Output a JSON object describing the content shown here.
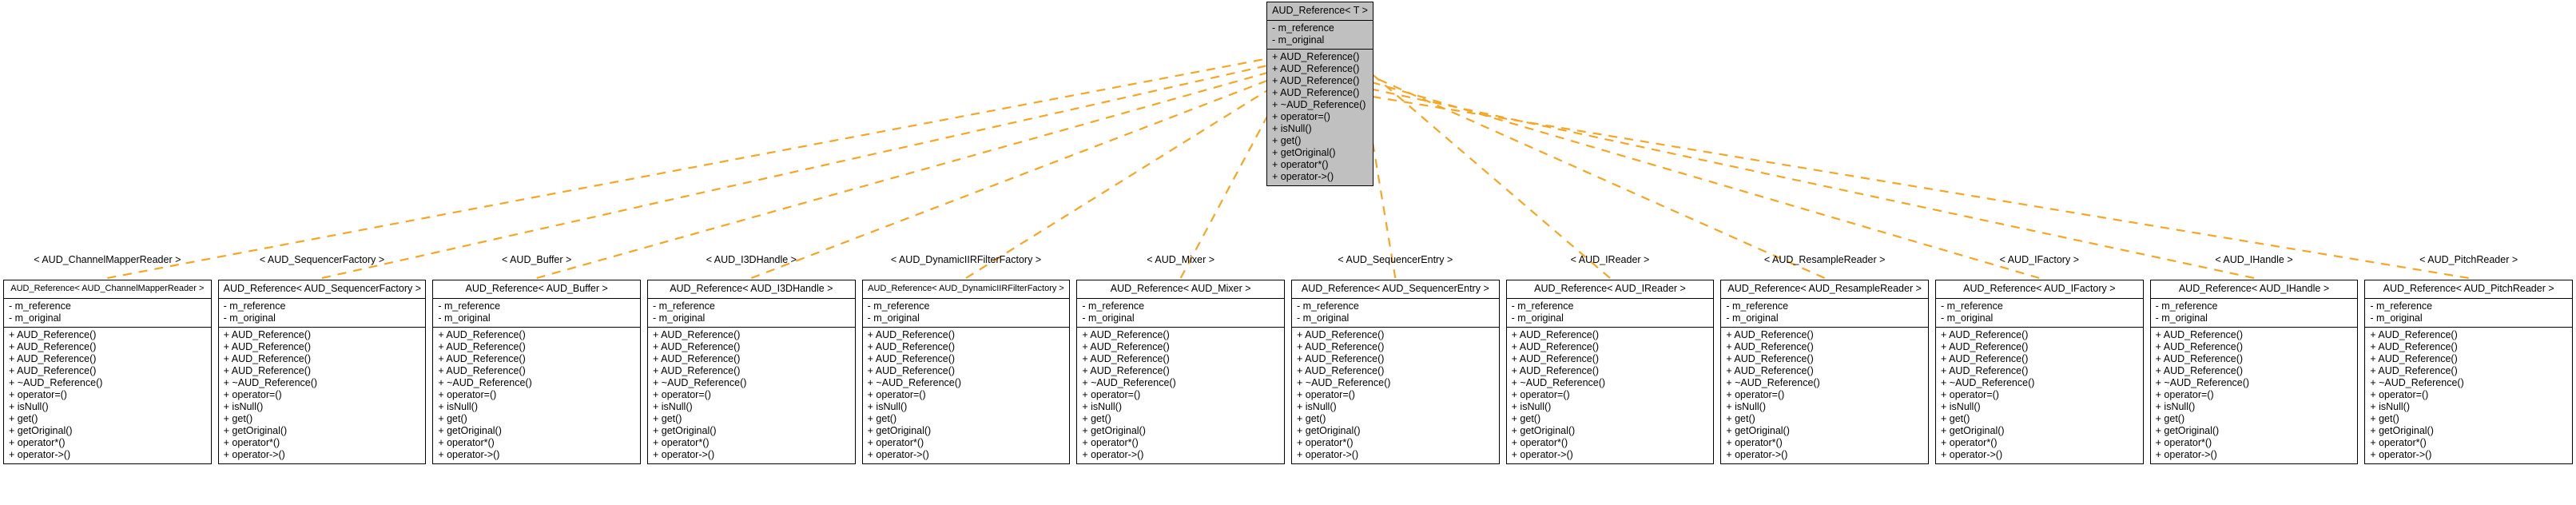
{
  "diagram": {
    "type": "uml-class-inheritance",
    "edge_color": "#f5a623",
    "root_fill": "#c0c0c0",
    "box_fill": "#ffffff",
    "line_color": "#000000"
  },
  "root": {
    "title": "AUD_Reference< T >",
    "attributes": [
      "- m_reference",
      "- m_original"
    ],
    "operations": [
      "+ AUD_Reference()",
      "+ AUD_Reference()",
      "+ AUD_Reference()",
      "+ AUD_Reference()",
      "+ ~AUD_Reference()",
      "+ operator=()",
      "+ isNull()",
      "+ get()",
      "+ getOriginal()",
      "+ operator*()",
      "+ operator->()"
    ]
  },
  "common": {
    "attributes": [
      "- m_reference",
      "- m_original"
    ],
    "operations": [
      "+ AUD_Reference()",
      "+ AUD_Reference()",
      "+ AUD_Reference()",
      "+ AUD_Reference()",
      "+ ~AUD_Reference()",
      "+ operator=()",
      "+ isNull()",
      "+ get()",
      "+ getOriginal()",
      "+ operator*()",
      "+ operator->()"
    ]
  },
  "derived": [
    {
      "title": "AUD_Reference< AUD_ChannelMapperReader >",
      "edge_label": "< AUD_ChannelMapperReader >"
    },
    {
      "title": "AUD_Reference< AUD_SequencerFactory >",
      "edge_label": "< AUD_SequencerFactory >"
    },
    {
      "title": "AUD_Reference< AUD_Buffer >",
      "edge_label": "< AUD_Buffer >"
    },
    {
      "title": "AUD_Reference< AUD_I3DHandle >",
      "edge_label": "< AUD_I3DHandle >"
    },
    {
      "title": "AUD_Reference< AUD_DynamicIIRFilterFactory >",
      "edge_label": "< AUD_DynamicIIRFilterFactory >"
    },
    {
      "title": "AUD_Reference< AUD_Mixer >",
      "edge_label": "< AUD_Mixer >"
    },
    {
      "title": "AUD_Reference< AUD_SequencerEntry >",
      "edge_label": "< AUD_SequencerEntry >"
    },
    {
      "title": "AUD_Reference< AUD_IReader >",
      "edge_label": "< AUD_IReader >"
    },
    {
      "title": "AUD_Reference< AUD_ResampleReader >",
      "edge_label": "< AUD_ResampleReader >"
    },
    {
      "title": "AUD_Reference< AUD_IFactory >",
      "edge_label": "< AUD_IFactory >"
    },
    {
      "title": "AUD_Reference< AUD_IHandle >",
      "edge_label": "< AUD_IHandle >"
    },
    {
      "title": "AUD_Reference< AUD_PitchReader >",
      "edge_label": "< AUD_PitchReader >"
    }
  ]
}
